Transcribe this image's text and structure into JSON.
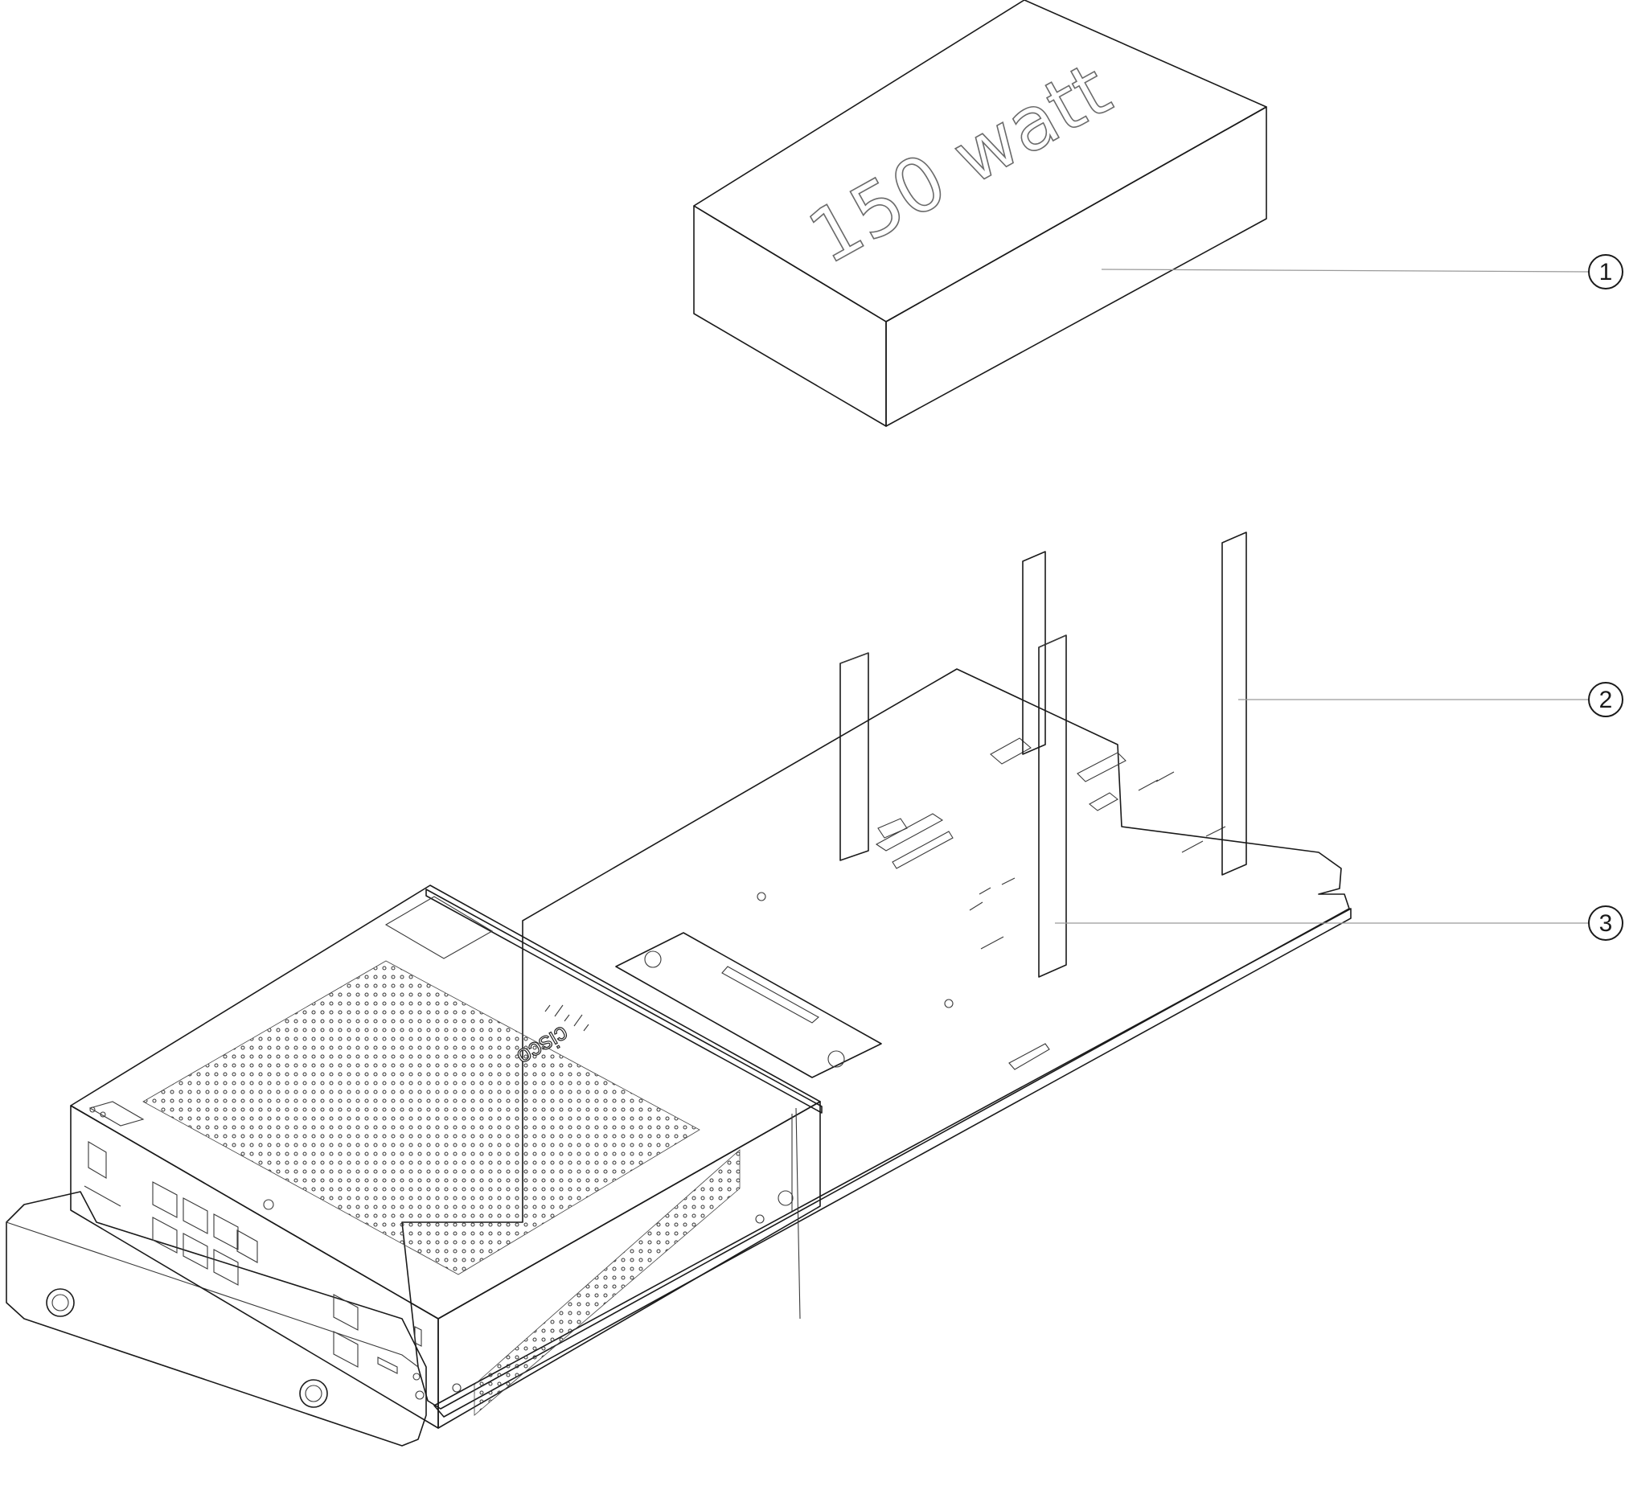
{
  "power_supply": {
    "label": "150 watt"
  },
  "device": {
    "logo_text": "cisco"
  },
  "callouts": [
    {
      "number": "1"
    },
    {
      "number": "2"
    },
    {
      "number": "3"
    }
  ]
}
